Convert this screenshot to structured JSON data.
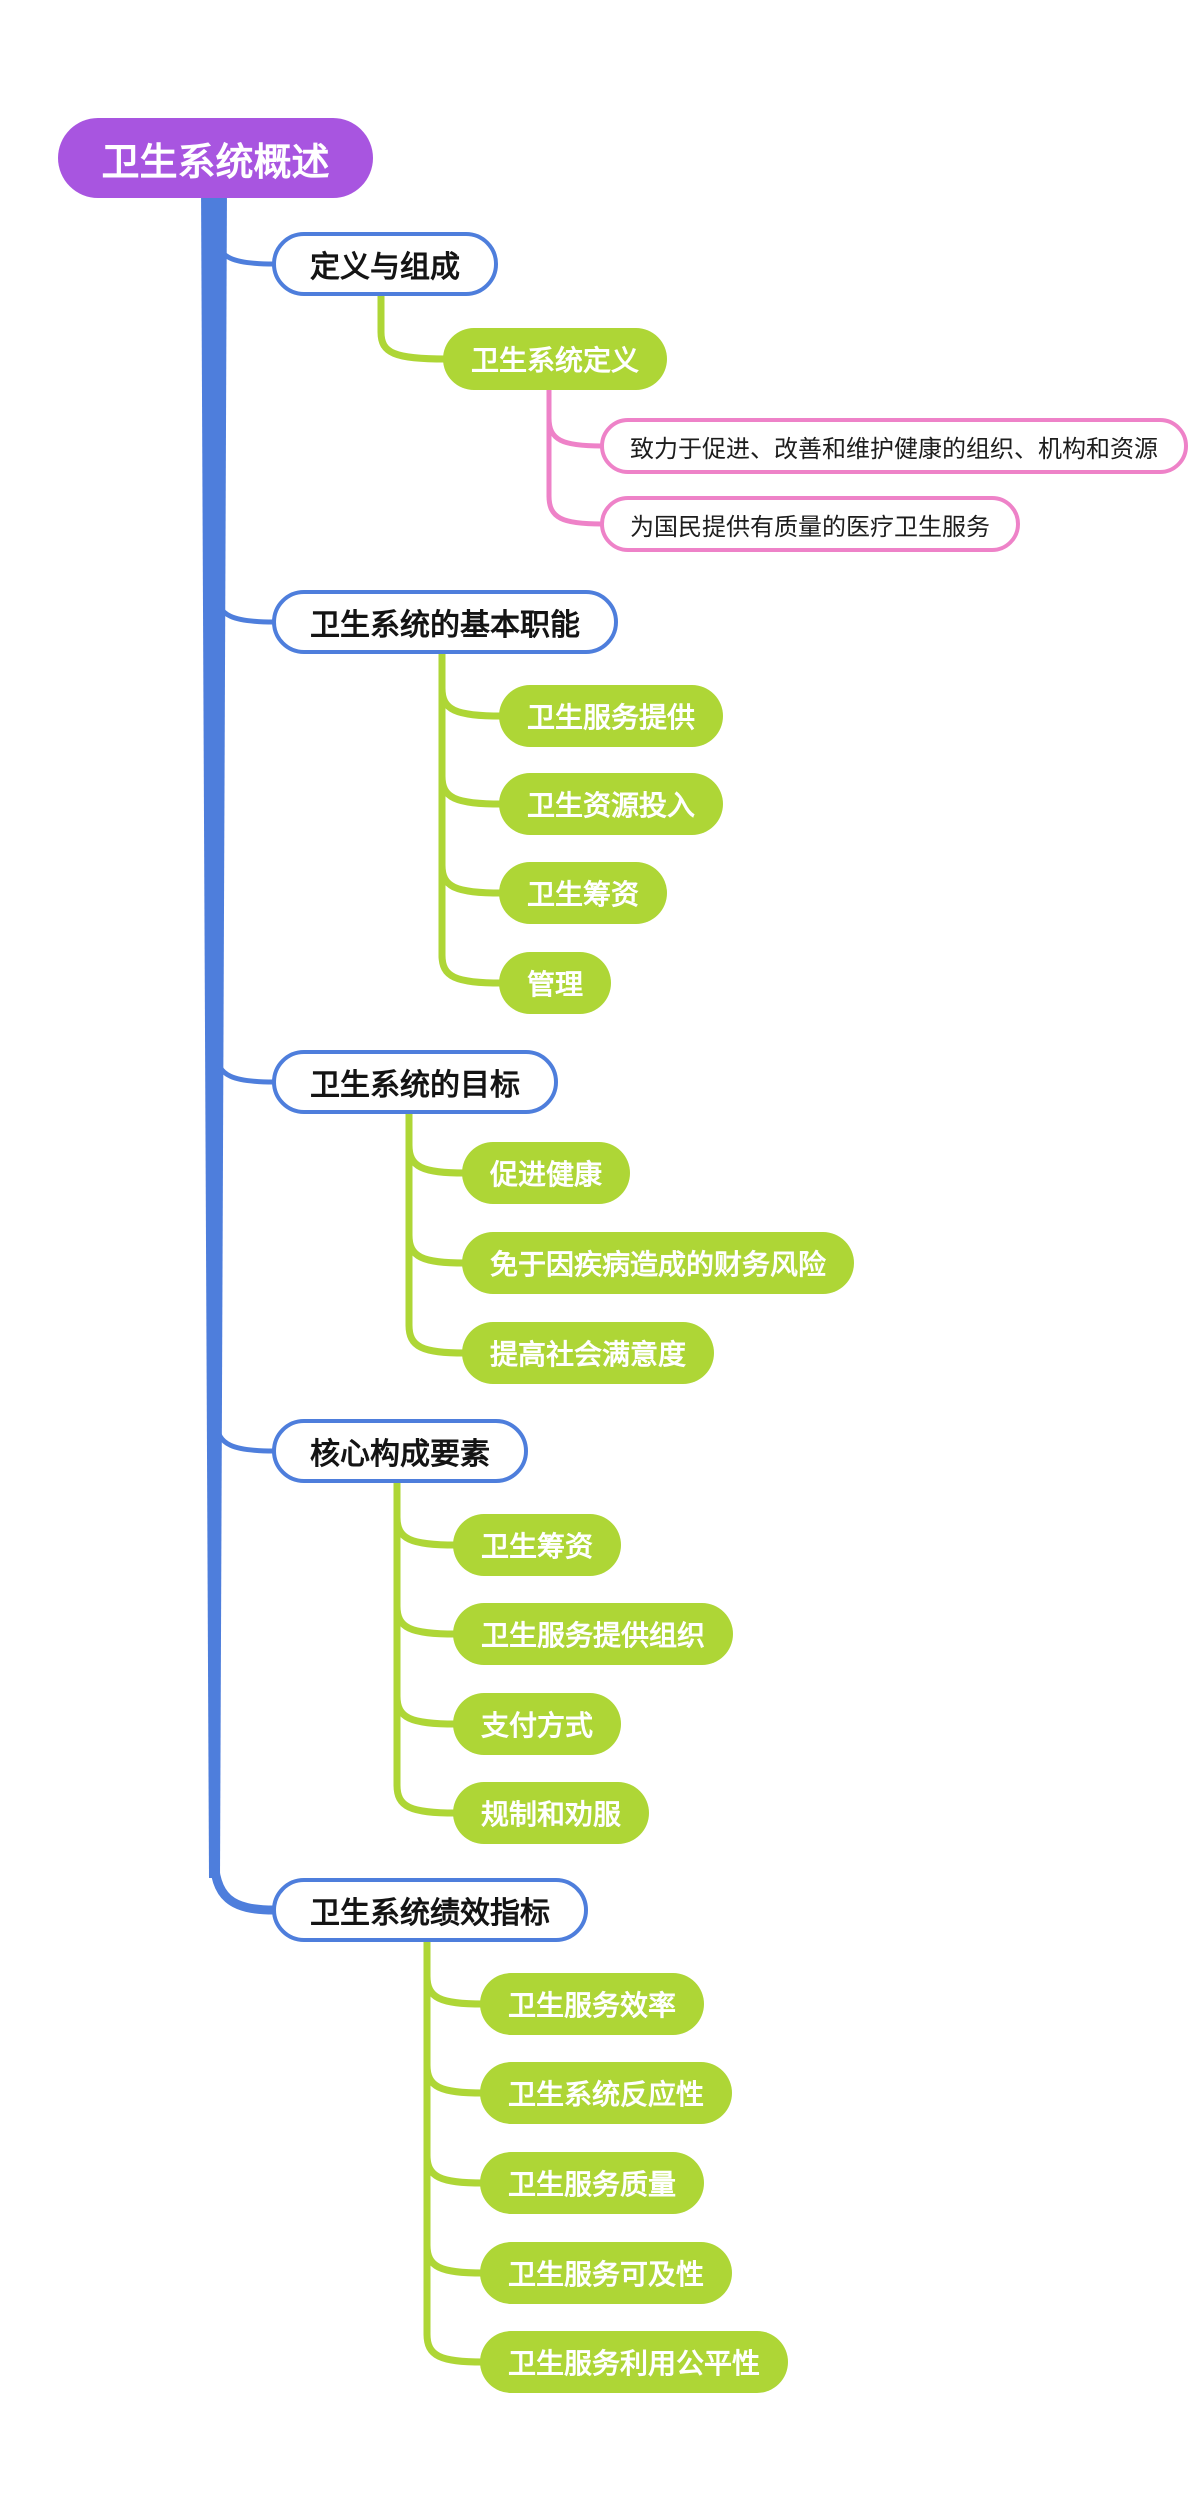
{
  "colors": {
    "root_fill": "#A855E0",
    "root_text": "#FFFFFF",
    "branch_border": "#4E7EDC",
    "branch_text": "#141414",
    "trunk_line": "#4E7EDC",
    "child_fill": "#AED636",
    "child_text": "#FFFFFF",
    "child_line": "#AED636",
    "leaf_border": "#EE82C8",
    "leaf_line": "#EE82C8",
    "canvas_background": "#FFFFFF"
  },
  "root": {
    "label": "卫生系统概述"
  },
  "branches": [
    {
      "label": "定义与组成",
      "children": [
        {
          "label": "卫生系统定义",
          "leaves": [
            "致力于促进、改善和维护健康的组织、机构和资源",
            "为国民提供有质量的医疗卫生服务"
          ]
        }
      ]
    },
    {
      "label": "卫生系统的基本职能",
      "children": [
        {
          "label": "卫生服务提供"
        },
        {
          "label": "卫生资源投入"
        },
        {
          "label": "卫生筹资"
        },
        {
          "label": "管理"
        }
      ]
    },
    {
      "label": "卫生系统的目标",
      "children": [
        {
          "label": "促进健康"
        },
        {
          "label": "免于因疾病造成的财务风险"
        },
        {
          "label": "提高社会满意度"
        }
      ]
    },
    {
      "label": "核心构成要素",
      "children": [
        {
          "label": "卫生筹资"
        },
        {
          "label": "卫生服务提供组织"
        },
        {
          "label": "支付方式"
        },
        {
          "label": "规制和劝服"
        }
      ]
    },
    {
      "label": "卫生系统绩效指标",
      "children": [
        {
          "label": "卫生服务效率"
        },
        {
          "label": "卫生系统反应性"
        },
        {
          "label": "卫生服务质量"
        },
        {
          "label": "卫生服务可及性"
        },
        {
          "label": "卫生服务利用公平性"
        }
      ]
    }
  ]
}
